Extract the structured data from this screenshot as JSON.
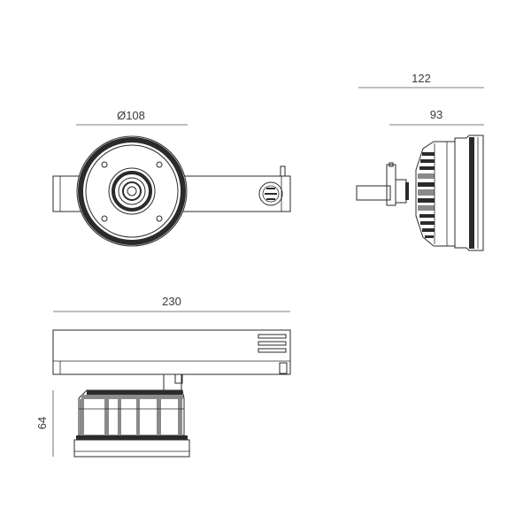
{
  "dimensions": {
    "front_diameter": "Ø108",
    "side_total_length": "122",
    "side_head_length": "93",
    "bottom_total_width": "230",
    "bottom_height": "64"
  }
}
